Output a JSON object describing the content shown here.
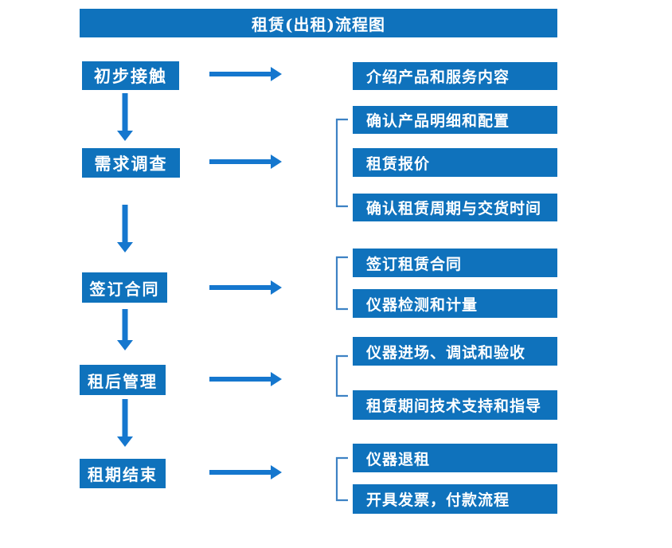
{
  "title": "租赁(出租)流程图",
  "colors": {
    "box_blue": "#0F72BC",
    "arrow_blue": "#1577CE",
    "bracket_blue": "#3D82C4",
    "text_white": "#FFFFFF"
  },
  "flow": {
    "steps": [
      {
        "label": "初步接触",
        "details": [
          "介绍产品和服务内容"
        ]
      },
      {
        "label": "需求调查",
        "details": [
          "确认产品明细和配置",
          "租赁报价",
          "确认租赁周期与交货时间"
        ]
      },
      {
        "label": "签订合同",
        "details": [
          "签订租赁合同",
          "仪器检测和计量"
        ]
      },
      {
        "label": "租后管理",
        "details": [
          "仪器进场、调试和验收",
          "租赁期间技术支持和指导"
        ]
      },
      {
        "label": "租期结束",
        "details": [
          "仪器退租",
          "开具发票，付款流程"
        ]
      }
    ]
  }
}
